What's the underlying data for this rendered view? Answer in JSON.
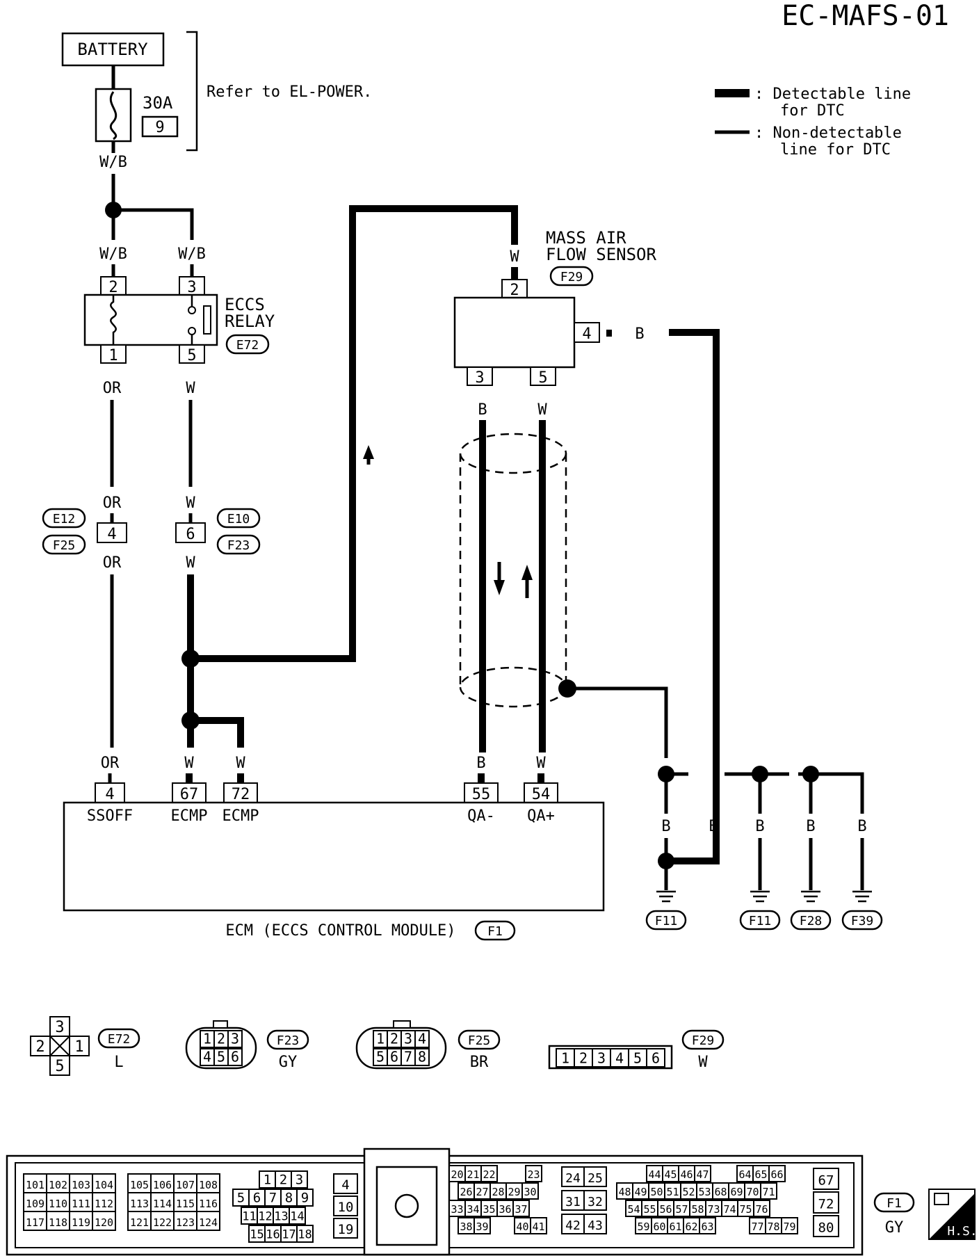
{
  "title": "EC-MAFS-01",
  "legend": {
    "detectable_1": ": Detectable line",
    "detectable_2": "for DTC",
    "nondetectable_1": ": Non-detectable",
    "nondetectable_2": "line for DTC"
  },
  "battery": {
    "label": "BATTERY",
    "fuse_rating": "30A",
    "fuse_number": "9",
    "refer": "Refer to EL-POWER."
  },
  "wire_colors": {
    "wb": "W/B",
    "or": "OR",
    "w": "W",
    "b": "B"
  },
  "relay": {
    "name_1": "ECCS",
    "name_2": "RELAY",
    "connector": "E72",
    "pins": {
      "p1": "1",
      "p2": "2",
      "p3": "3",
      "p5": "5"
    }
  },
  "inline": {
    "left": {
      "pin": "4",
      "conn_top": "E12",
      "conn_bottom": "F25"
    },
    "right": {
      "pin": "6",
      "conn_top": "E10",
      "conn_bottom": "F23"
    }
  },
  "maf": {
    "name_1": "MASS AIR",
    "name_2": "FLOW SENSOR",
    "connector": "F29",
    "pins": {
      "p2": "2",
      "p3": "3",
      "p4": "4",
      "p5": "5"
    }
  },
  "ecm": {
    "label": "ECM (ECCS CONTROL MODULE)",
    "connector": "F1",
    "pins": [
      {
        "num": "4",
        "name": "SSOFF"
      },
      {
        "num": "67",
        "name": "ECMP"
      },
      {
        "num": "72",
        "name": "ECMP"
      },
      {
        "num": "55",
        "name": "QA-"
      },
      {
        "num": "54",
        "name": "QA+"
      }
    ]
  },
  "grounds": [
    "F11",
    "F11",
    "F28",
    "F39"
  ],
  "connector_views": {
    "e72": {
      "id": "E72",
      "color": "L",
      "pins": [
        "3",
        "2",
        "1",
        "5"
      ]
    },
    "f23": {
      "id": "F23",
      "color": "GY",
      "top": [
        "1",
        "2",
        "3"
      ],
      "bottom": [
        "4",
        "5",
        "6"
      ]
    },
    "f25": {
      "id": "F25",
      "color": "BR",
      "top": [
        "1",
        "2",
        "3",
        "4"
      ],
      "bottom": [
        "5",
        "6",
        "7",
        "8"
      ]
    },
    "f29": {
      "id": "F29",
      "color": "W",
      "pins": [
        "1",
        "2",
        "3",
        "4",
        "5",
        "6"
      ]
    }
  },
  "ecm_face": {
    "id": "F1",
    "color": "GY",
    "badge": "H.S.",
    "g1": [
      [
        "101",
        "102",
        "103",
        "104"
      ],
      [
        "109",
        "110",
        "111",
        "112"
      ],
      [
        "117",
        "118",
        "119",
        "120"
      ]
    ],
    "g2": [
      [
        "105",
        "106",
        "107",
        "108"
      ],
      [
        "113",
        "114",
        "115",
        "116"
      ],
      [
        "121",
        "122",
        "123",
        "124"
      ]
    ],
    "g3a": [
      "1",
      "2",
      "3"
    ],
    "g3b": [
      "5",
      "6",
      "7",
      "8",
      "9"
    ],
    "g3c": [
      "11",
      "12",
      "13",
      "14"
    ],
    "g3d": [
      "15",
      "16",
      "17",
      "18"
    ],
    "g4": [
      "4",
      "10",
      "19"
    ],
    "g5a": [
      "20",
      "21",
      "22"
    ],
    "g5a2": [
      "23"
    ],
    "g5b": [
      "26",
      "27",
      "28",
      "29",
      "30"
    ],
    "g5c": [
      "33",
      "34",
      "35",
      "36",
      "37"
    ],
    "g5d": [
      "38",
      "39"
    ],
    "g5d2": [
      "40",
      "41"
    ],
    "g6": [
      [
        "24",
        "25"
      ],
      [
        "31",
        "32"
      ],
      [
        "42",
        "43"
      ]
    ],
    "g7a": [
      "44",
      "45",
      "46",
      "47"
    ],
    "g7a2": [
      "64",
      "65",
      "66"
    ],
    "g7b": [
      "48",
      "49",
      "50",
      "51",
      "52",
      "53",
      "68",
      "69",
      "70",
      "71"
    ],
    "g7c": [
      "54",
      "55",
      "56",
      "57",
      "58",
      "73",
      "74",
      "75",
      "76"
    ],
    "g7d": [
      "59",
      "60",
      "61",
      "62",
      "63"
    ],
    "g7d2": [
      "77",
      "78",
      "79"
    ],
    "g8": [
      "67",
      "72",
      "80"
    ]
  }
}
